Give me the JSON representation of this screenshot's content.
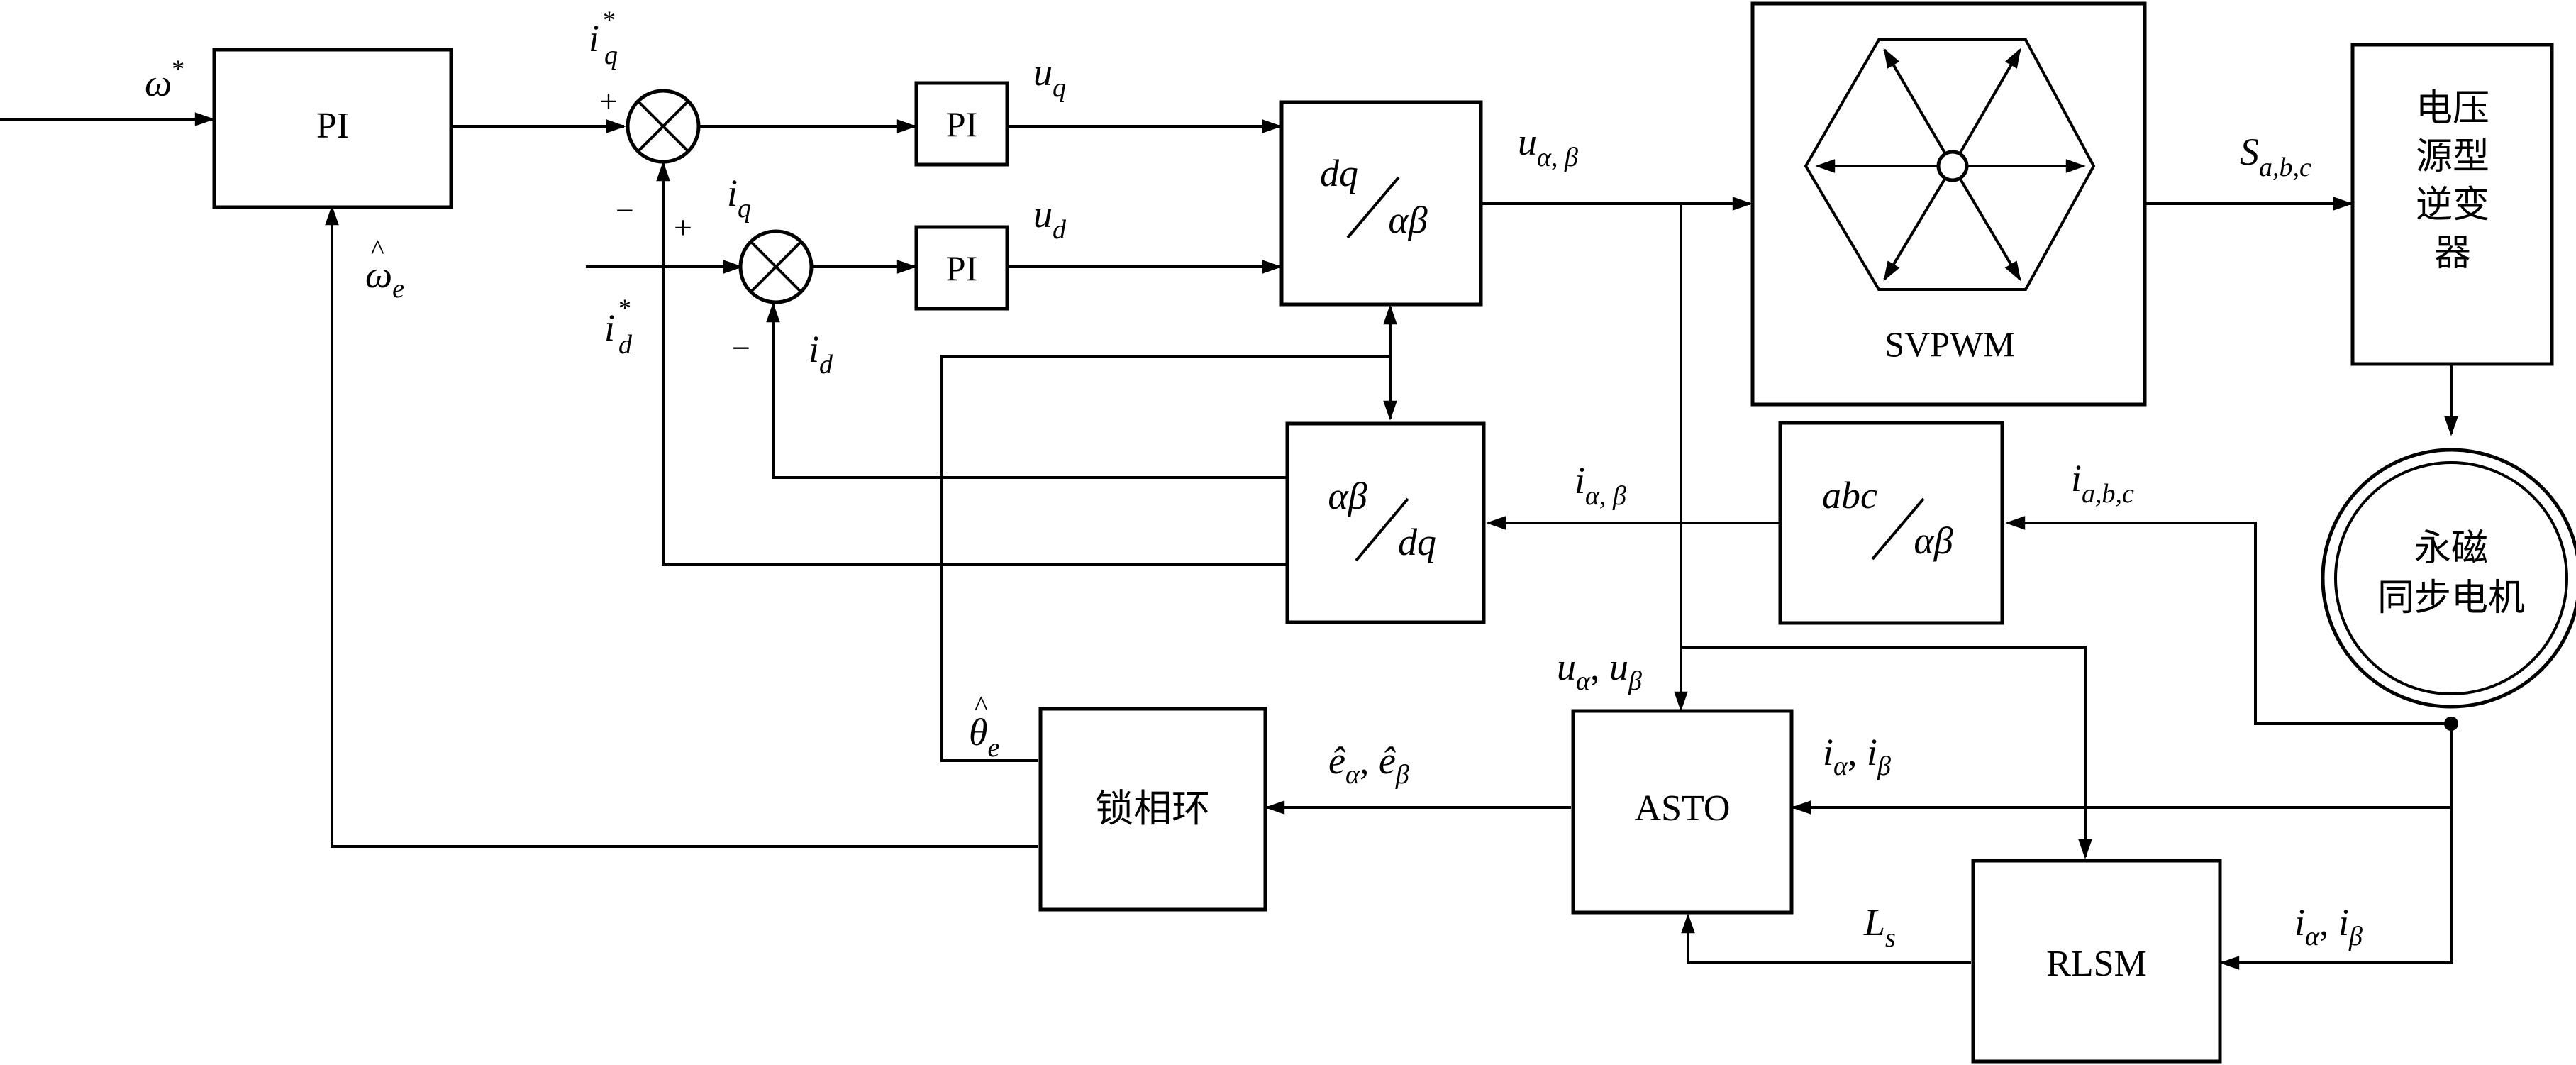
{
  "blocks": {
    "pi_speed": "PI",
    "pi_q": "PI",
    "pi_d": "PI",
    "dq_ab": {
      "num": "dq",
      "den": "αβ"
    },
    "ab_dq": {
      "num": "αβ",
      "den": "dq"
    },
    "abc_ab": {
      "num": "abc",
      "den": "αβ"
    },
    "svpwm": "SVPWM",
    "inverter": [
      "电压",
      "源型",
      "逆变",
      "器"
    ],
    "motor": [
      "永磁",
      "同步电机"
    ],
    "pll": "锁相环",
    "asto": "ASTO",
    "rlsm": "RLSM"
  },
  "signals": {
    "omega_ref": {
      "base": "ω",
      "sup": "*"
    },
    "omega_hat": {
      "base": "ω",
      "hat": "^",
      "sub": "e"
    },
    "iq_ref": {
      "base": "i",
      "sub": "q",
      "sup": "*"
    },
    "iq": {
      "base": "i",
      "sub": "q"
    },
    "id_ref": {
      "base": "i",
      "sub": "d",
      "sup": "*"
    },
    "id": {
      "base": "i",
      "sub": "d"
    },
    "uq": {
      "base": "u",
      "sub": "q"
    },
    "ud": {
      "base": "u",
      "sub": "d"
    },
    "u_ab": {
      "base": "u",
      "sub": "α, β"
    },
    "s_abc": {
      "base": "S",
      "sub": "a,b,c"
    },
    "i_ab": {
      "base": "i",
      "sub": "α, β"
    },
    "i_abc": {
      "base": "i",
      "sub": "a,b,c"
    },
    "theta_hat": {
      "base": "θ",
      "hat": "^",
      "sub": "e"
    },
    "e_hat": {
      "a": "ê",
      "a_sub": "α",
      "sep": ", ",
      "b": "ê",
      "b_sub": "β"
    },
    "u_alpha_beta": {
      "a": "u",
      "a_sub": "α",
      "sep": ", ",
      "b": "u",
      "b_sub": "β"
    },
    "i_alpha_beta_asto": {
      "a": "i",
      "a_sub": "α",
      "sep": ", ",
      "b": "i",
      "b_sub": "β"
    },
    "i_alpha_beta_rlsm": {
      "a": "i",
      "a_sub": "α",
      "sep": ", ",
      "b": "i",
      "b_sub": "β"
    },
    "ls": {
      "base": "L",
      "sub": "s"
    }
  },
  "signs": {
    "sum_q_plus": "+",
    "sum_q_minus": "−",
    "sum_d_plus": "+",
    "sum_d_minus": "−"
  }
}
